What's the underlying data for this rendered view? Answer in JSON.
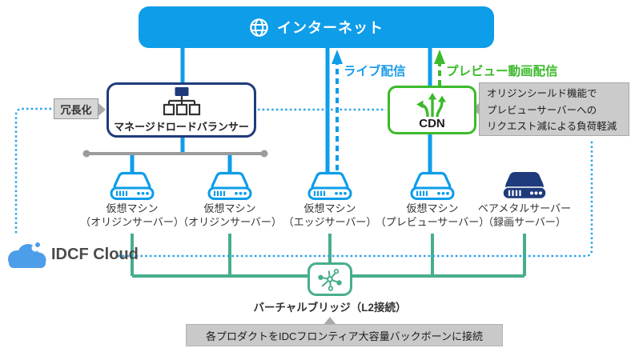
{
  "colors": {
    "blue": "#0d9de9",
    "navy": "#1f3b7c",
    "green": "#3cba2b",
    "teal": "#47ae8d",
    "gray_box": "#cbcbcb",
    "gray_line": "#9b9b9b",
    "text_dark": "#333333"
  },
  "internet": {
    "label": "インターネット"
  },
  "load_balancer": {
    "label": "マネージドロードバランサー"
  },
  "redundancy": {
    "label": "冗長化"
  },
  "cdn": {
    "label": "CDN"
  },
  "flows": {
    "live": "ライブ配信",
    "preview": "プレビュー動画配信"
  },
  "annotation": {
    "line1": "オリジンシールド機能で",
    "line2": "プレビューサーバーへの",
    "line3": "リクエスト減による負荷軽減"
  },
  "servers": [
    {
      "name": "仮想マシン",
      "role": "（オリジンサーバー）",
      "type": "vm"
    },
    {
      "name": "仮想マシン",
      "role": "（オリジンサーバー）",
      "type": "vm"
    },
    {
      "name": "仮想マシン",
      "role": "（エッジサーバー）",
      "type": "vm"
    },
    {
      "name": "仮想マシン",
      "role": "（プレビューサーバー）",
      "type": "vm"
    },
    {
      "name": "ベアメタルサーバー",
      "role": "（録画サーバー）",
      "type": "baremetal"
    }
  ],
  "cloud_logo": {
    "label": "IDCF Cloud"
  },
  "bridge": {
    "label": "バーチャルブリッジ（L2接続）"
  },
  "backbone_note": {
    "label": "各プロダクトをIDCフロンティア大容量バックボーンに接続"
  }
}
